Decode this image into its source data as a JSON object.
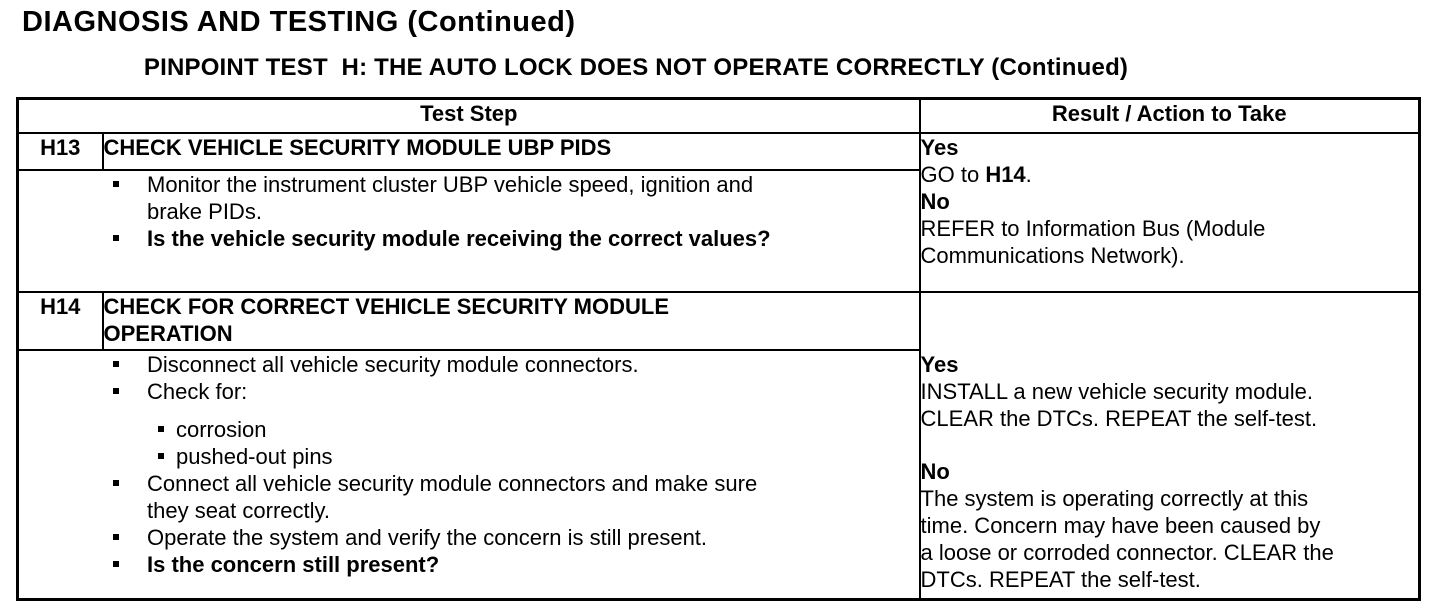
{
  "page": {
    "title": "DIAGNOSIS AND TESTING (Continued)",
    "subtitle": "PINPOINT TEST  H: THE AUTO LOCK DOES NOT OPERATE CORRECTLY (Continued)"
  },
  "colors": {
    "ink": "#000000",
    "paper": "#ffffff"
  },
  "table": {
    "headers": {
      "test_step": "Test Step",
      "result": "Result / Action to Take"
    },
    "steps": [
      {
        "id": "H13",
        "title_lines": [
          "CHECK VEHICLE SECURITY MODULE UBP PIDS"
        ],
        "bullets": [
          {
            "lines": [
              "Monitor the instrument cluster UBP vehicle speed, ignition and",
              "brake PIDs."
            ]
          },
          {
            "lines": [
              "Is the vehicle security module receiving the correct values?"
            ]
          }
        ],
        "result": {
          "yes_label": "Yes",
          "yes_action": {
            "pre": "GO to ",
            "ref": "H14",
            "post": "."
          },
          "no_label": "No",
          "no_lines": [
            "REFER to Information Bus (Module",
            "Communications Network)."
          ]
        }
      },
      {
        "id": "H14",
        "title_lines": [
          "CHECK FOR CORRECT VEHICLE SECURITY MODULE",
          "OPERATION"
        ],
        "bullets": [
          {
            "lines": [
              "Disconnect all vehicle security module connectors."
            ]
          },
          {
            "lines": [
              "Check for:"
            ]
          },
          {
            "lines": [
              "corrosion"
            ]
          },
          {
            "lines": [
              "pushed-out pins"
            ]
          },
          {
            "lines": [
              "Connect all vehicle security module connectors and make sure",
              "they seat correctly."
            ]
          },
          {
            "lines": [
              "Operate the system and verify the concern is still present."
            ]
          },
          {
            "lines": [
              "Is the concern still present?"
            ]
          }
        ],
        "result": {
          "yes_label": "Yes",
          "yes_lines": [
            "INSTALL a new vehicle security module.",
            "CLEAR the DTCs. REPEAT the self-test."
          ],
          "no_label": "No",
          "no_lines": [
            "The system is operating correctly at this",
            "time. Concern may have been caused by",
            "a loose or corroded connector. CLEAR the",
            "DTCs. REPEAT the self-test."
          ]
        }
      }
    ]
  }
}
